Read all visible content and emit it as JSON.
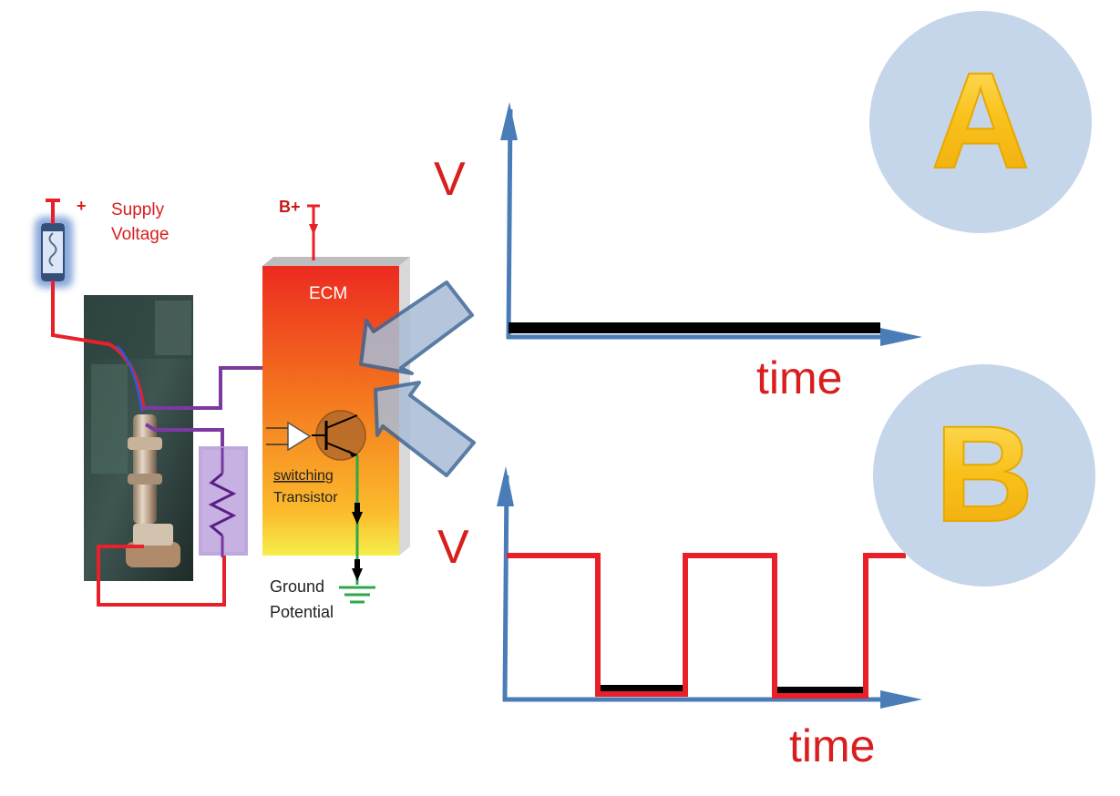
{
  "circuit": {
    "plus_sign": "+",
    "supply_line1": "Supply",
    "supply_line2": "Voltage",
    "bplus": "B+",
    "ecm": "ECM",
    "switching": "switching",
    "transistor": "Transistor",
    "ground_line1": "Ground",
    "ground_line2": "Potential"
  },
  "graphs": {
    "a": {
      "badge": "A",
      "ylabel": "V",
      "xlabel": "time"
    },
    "b": {
      "badge": "B",
      "ylabel": "V",
      "xlabel": "time"
    }
  },
  "colors": {
    "wire_red": "#e8202a",
    "wire_purple": "#7b3aa0",
    "axis_blue": "#4a7db8",
    "label_red": "#d81e1e",
    "badge_fill": "#c5d6ea",
    "badge_letter": "#f7c218",
    "ground_green": "#2fa84a"
  }
}
